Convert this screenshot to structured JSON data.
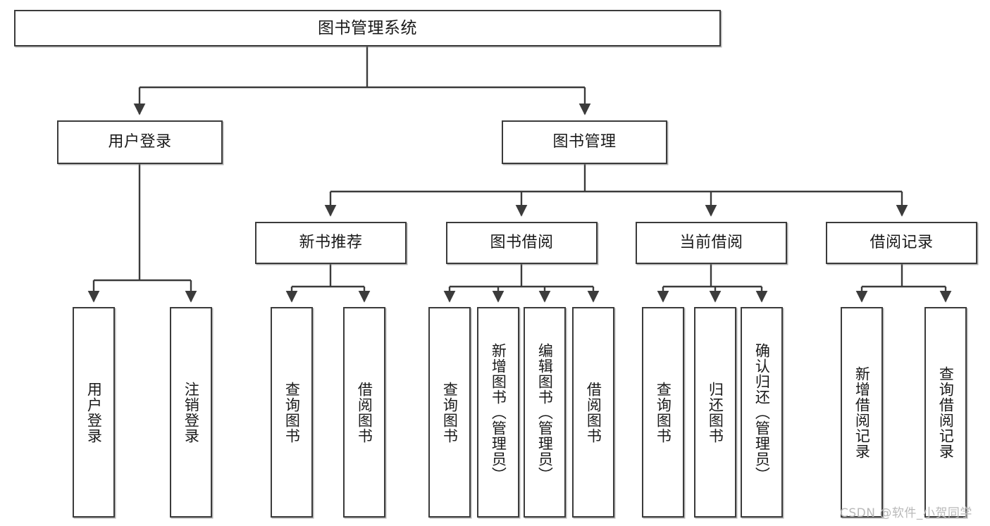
{
  "diagram": {
    "title": "图书管理系统",
    "watermark": "CSDN @软件_小贺同学",
    "stroke_color": "#3b3b3b",
    "background_color": "#ffffff",
    "text_color": "#1a1a1a",
    "levels": {
      "root": {
        "label": "图书管理系统"
      },
      "level2": [
        {
          "label": "用户登录"
        },
        {
          "label": "图书管理"
        }
      ],
      "level3": [
        {
          "label": "新书推荐"
        },
        {
          "label": "图书借阅"
        },
        {
          "label": "当前借阅"
        },
        {
          "label": "借阅记录"
        }
      ],
      "leaves": {
        "user_login": [
          {
            "label": "用户登录"
          },
          {
            "label": "注销登录"
          }
        ],
        "new_book_recommend": [
          {
            "label": "查询图书"
          },
          {
            "label": "借阅图书"
          }
        ],
        "book_borrow": [
          {
            "label": "查询图书"
          },
          {
            "label": "新增图书（管理员）"
          },
          {
            "label": "编辑图书（管理员）"
          },
          {
            "label": "借阅图书"
          }
        ],
        "current_borrow": [
          {
            "label": "查询图书"
          },
          {
            "label": "归还图书"
          },
          {
            "label": "确认归还（管理员）"
          }
        ],
        "borrow_record": [
          {
            "label": "新增借阅记录"
          },
          {
            "label": "查询借阅记录"
          }
        ]
      }
    }
  }
}
